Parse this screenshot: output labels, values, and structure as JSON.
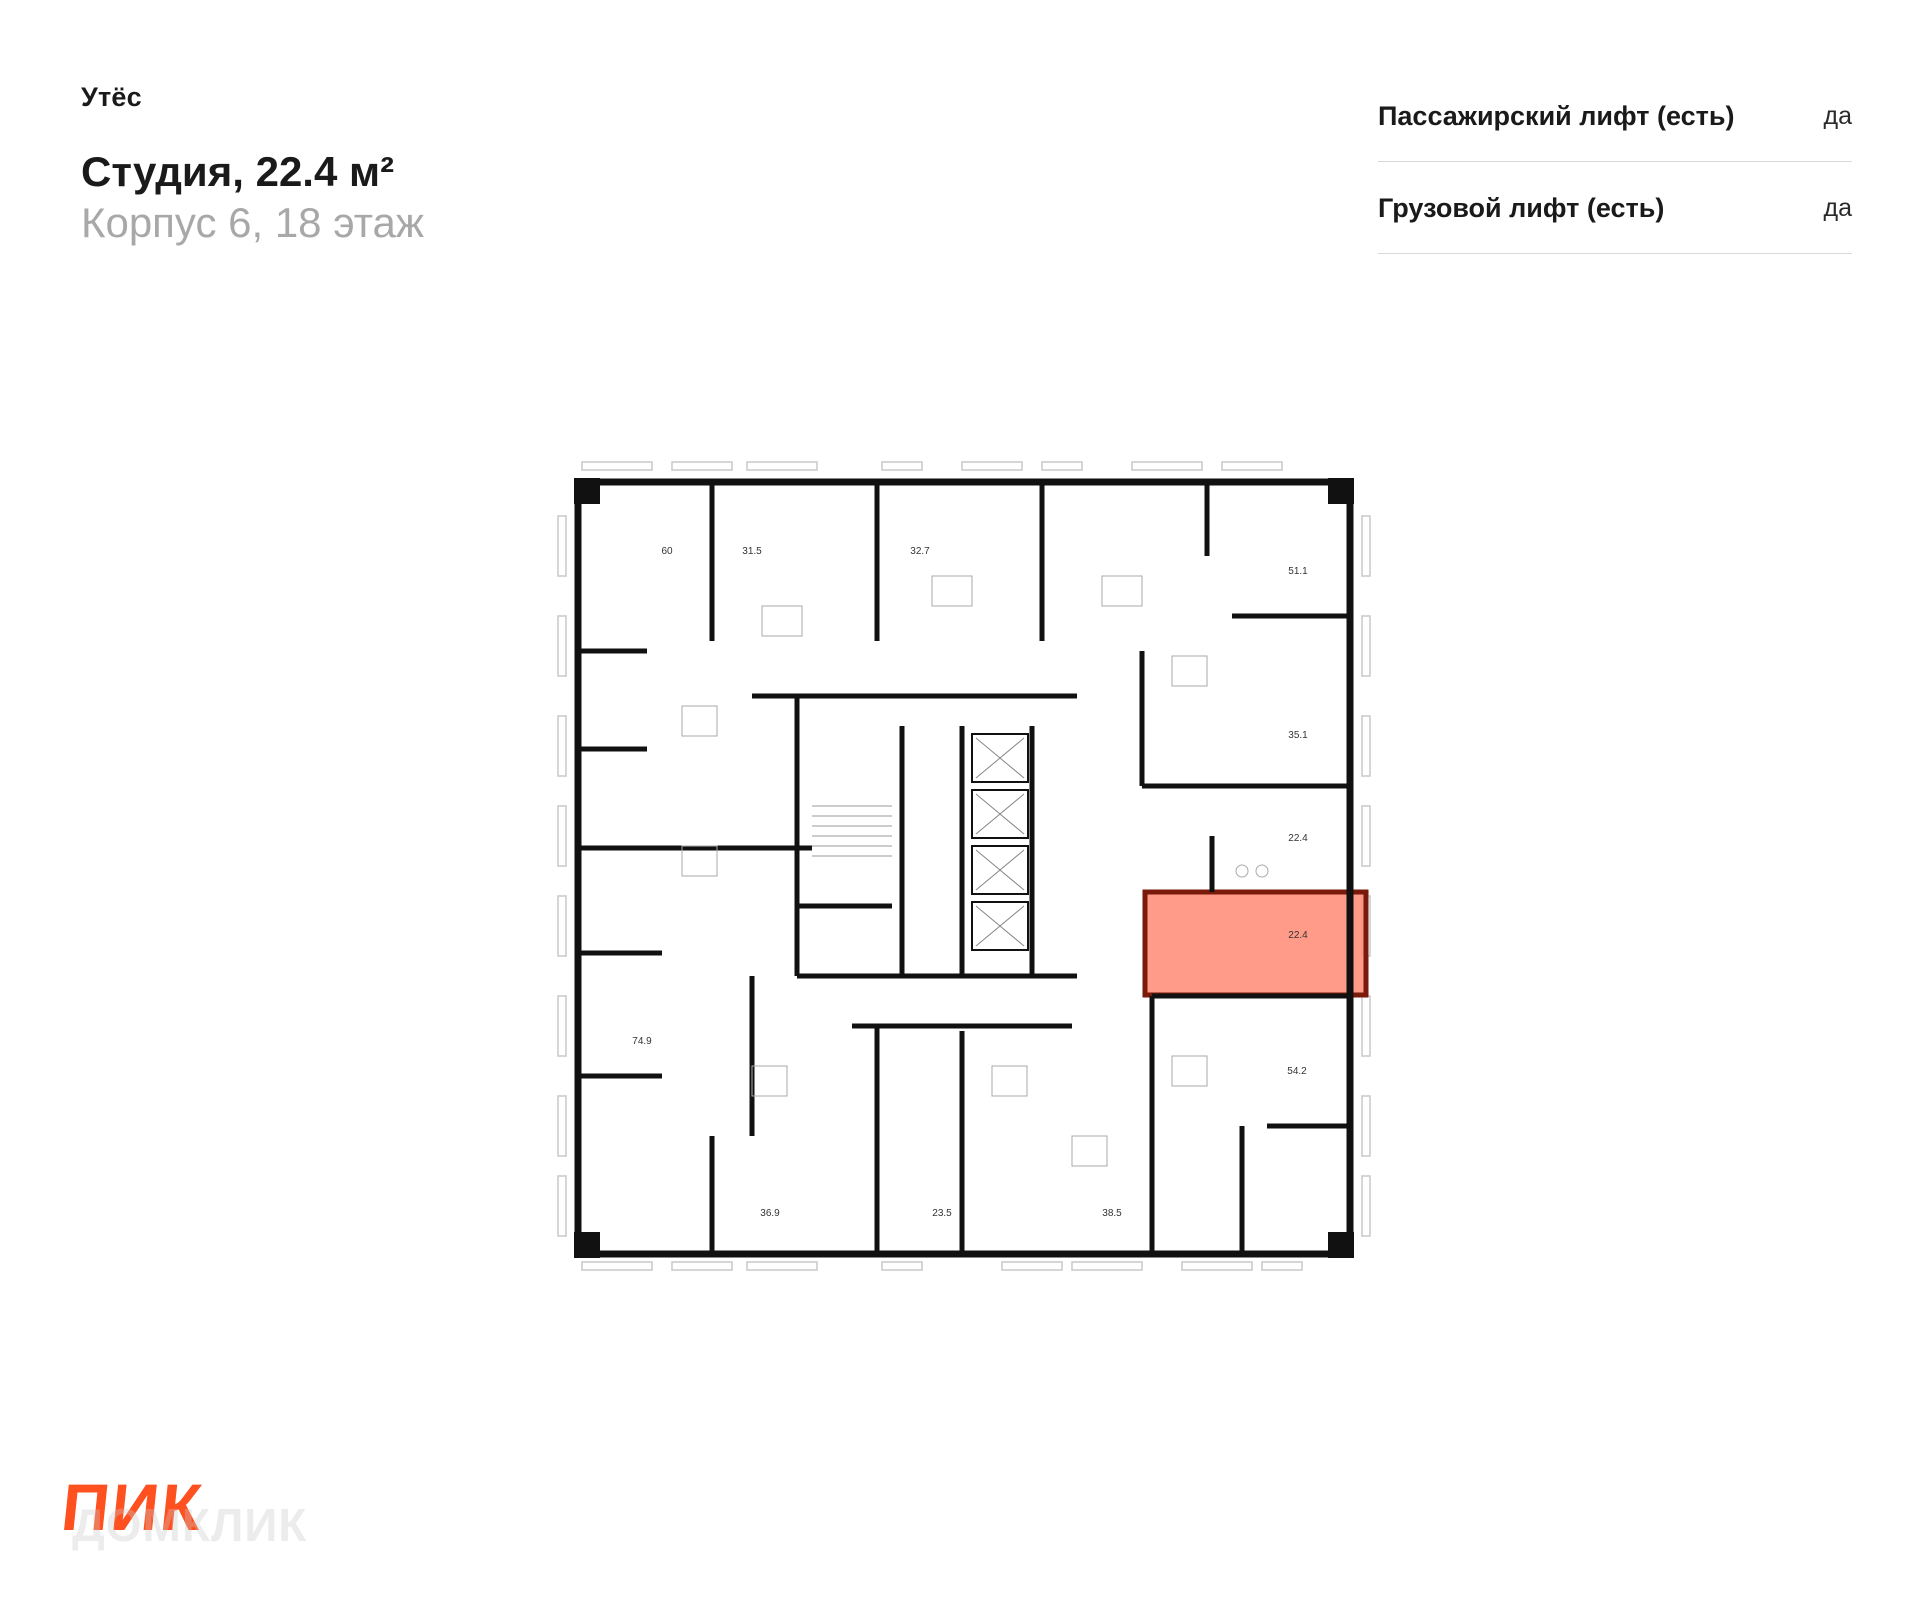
{
  "header": {
    "project_name": "Утёс",
    "apartment_title": "Студия, 22.4 м²",
    "apartment_subtitle": "Корпус 6, 18 этаж"
  },
  "features": [
    {
      "label": "Пассажирский лифт (есть)",
      "value": "да"
    },
    {
      "label": "Грузовой лифт (есть)",
      "value": "да"
    }
  ],
  "floor_plan": {
    "highlight_color": "#ff8a73",
    "rooms": [
      {
        "area": "60"
      },
      {
        "area": "31.5"
      },
      {
        "area": "32.7"
      },
      {
        "area": "51.1"
      },
      {
        "area": "35.1"
      },
      {
        "area": "22.4"
      },
      {
        "area": "22.4",
        "highlighted": true
      },
      {
        "area": "74.9"
      },
      {
        "area": "54.2"
      },
      {
        "area": "36.9"
      },
      {
        "area": "23.5"
      },
      {
        "area": "38.5"
      }
    ]
  },
  "branding": {
    "logo_text": "ПИК",
    "watermark_text": "ДОМКЛИК"
  }
}
